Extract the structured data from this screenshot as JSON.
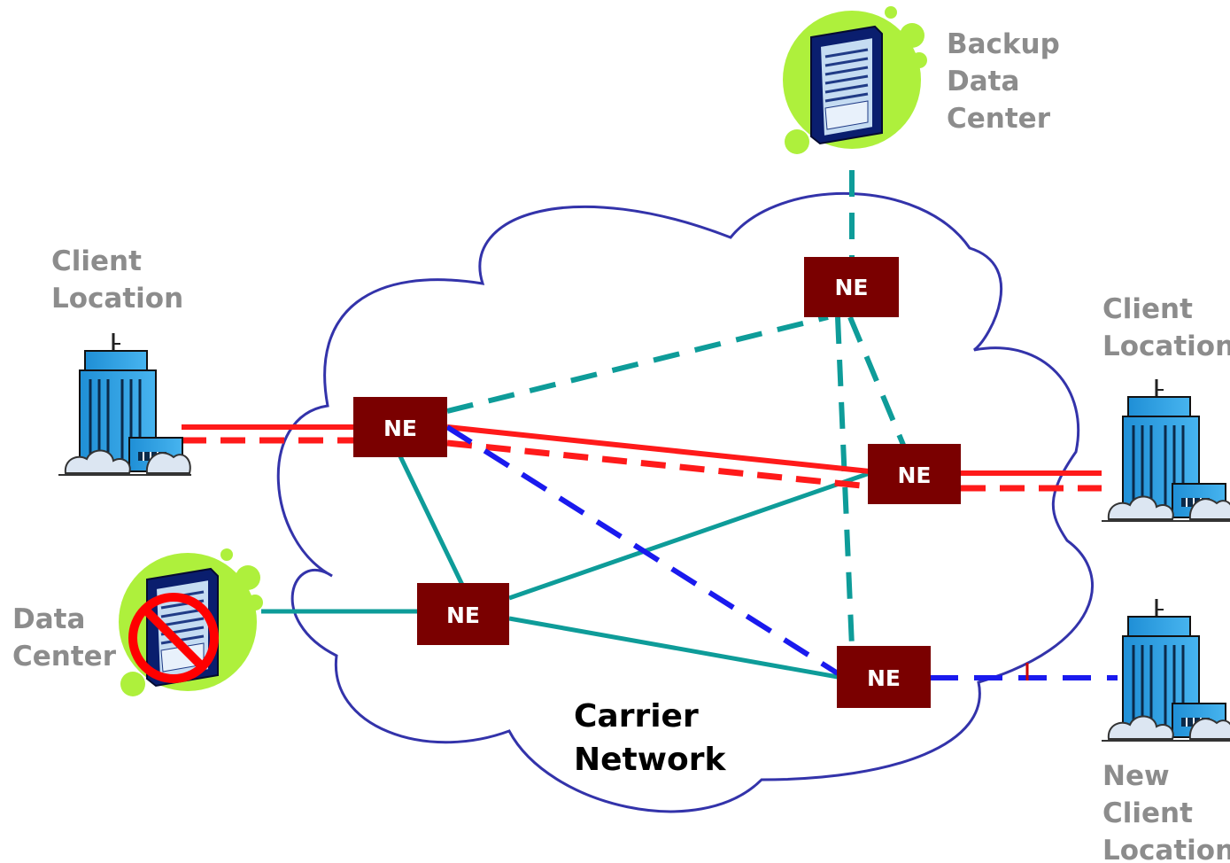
{
  "diagram": {
    "cloud_label": [
      "Carrier",
      "Network"
    ],
    "node_label": "NE",
    "sites": {
      "backup_data_center": [
        "Backup",
        "Data",
        "Center"
      ],
      "client_left": [
        "Client",
        "Location"
      ],
      "client_right": [
        "Client",
        "Location"
      ],
      "data_center": [
        "Data",
        "Center"
      ],
      "new_client": [
        "New",
        "Client",
        "Location"
      ]
    },
    "colors": {
      "node_fill": "#7a0000",
      "primary_path": "#ff1a1a",
      "teal_link": "#0e9c99",
      "blue_path": "#1a1aee",
      "cloud_stroke": "#3333aa",
      "label_gray": "#8c8c8c",
      "server_halo": "#aef03c",
      "failure_mark": "#ff0000"
    },
    "icons": [
      "building-icon",
      "server-rack-icon",
      "prohibited-icon"
    ]
  }
}
